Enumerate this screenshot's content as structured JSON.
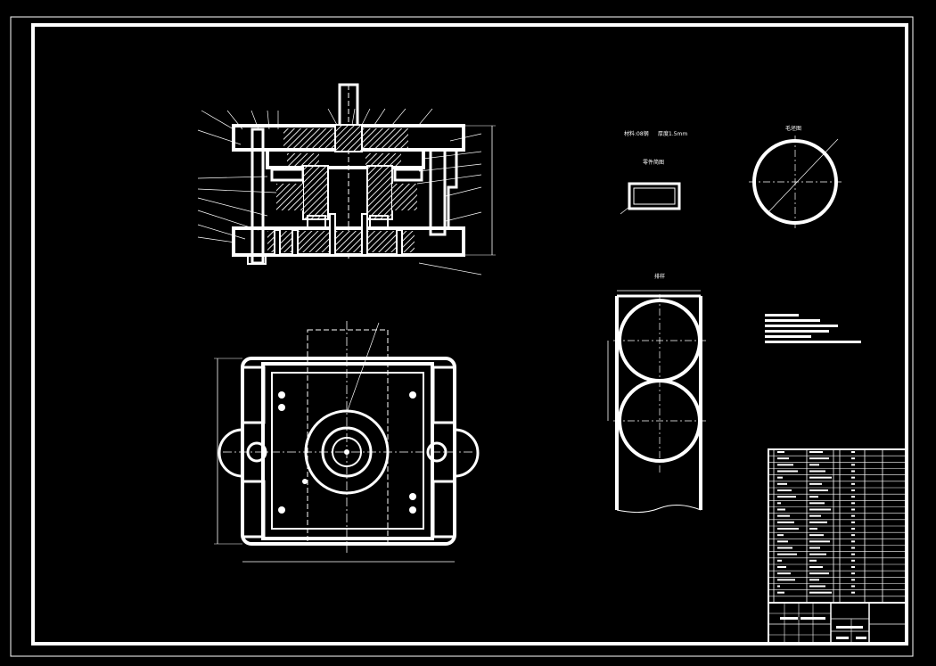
{
  "colors": {
    "background": "#000000",
    "lines": "#ffffff"
  },
  "drawing": {
    "notes": {
      "material_label": "材料:08钢",
      "thickness_label": "厚度1.5mm"
    },
    "views": {
      "part_sketch_label": "零件简图",
      "blank_label": "毛坯图",
      "layout_label": "排样"
    }
  }
}
